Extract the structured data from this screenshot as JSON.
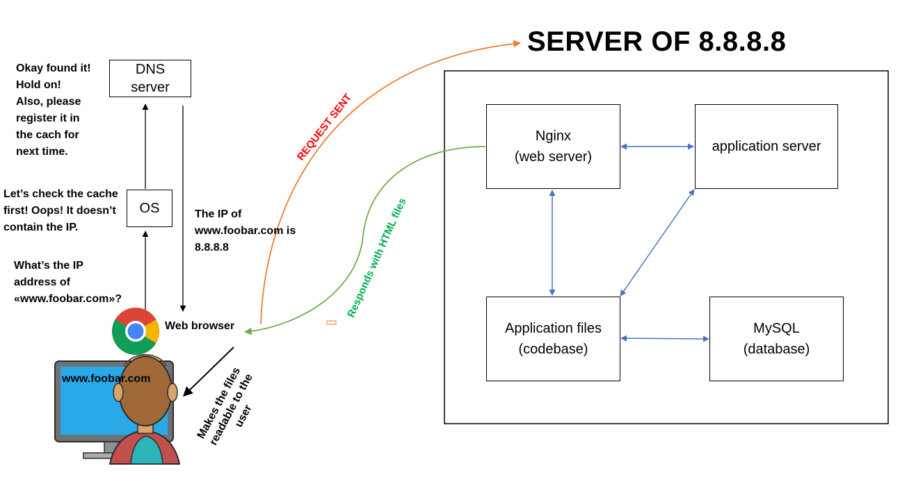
{
  "title": "SERVER OF 8.8.8.8",
  "boxes": {
    "dns": "DNS\nserver",
    "os": "OS",
    "nginx": "Nginx\n(web server)",
    "app_server": "application server",
    "app_files": "Application files\n(codebase)",
    "mysql": "MySQL\n(database)"
  },
  "notes": {
    "dns_found": "Okay found it!\nHold on!\nAlso, please\nregister it in\nthe cach for\nnext time.",
    "check_cache": "Let’s check the cache\nfirst! Oops! It doesn’t\ncontain the IP.",
    "ask_ip": "What’s the IP\naddress of\n«www.foobar.com»?",
    "ip_answer": "The IP of\nwww.foobar.com is\n8.8.8.8",
    "web_browser": "Web browser",
    "screen_url": "www.foobar.com",
    "makes_readable": "Makes the files\nreadable to the\nuser"
  },
  "arrow_labels": {
    "request": "REQUEST SENT",
    "response": "Responds with HTML files"
  },
  "colors": {
    "request": "#ED7D31",
    "request_text": "#FF0000",
    "response": "#70AD47",
    "response_text": "#00B050",
    "internal": "#4472C4"
  },
  "icons": {
    "browser": "chrome-logo",
    "user": "user-at-computer"
  }
}
